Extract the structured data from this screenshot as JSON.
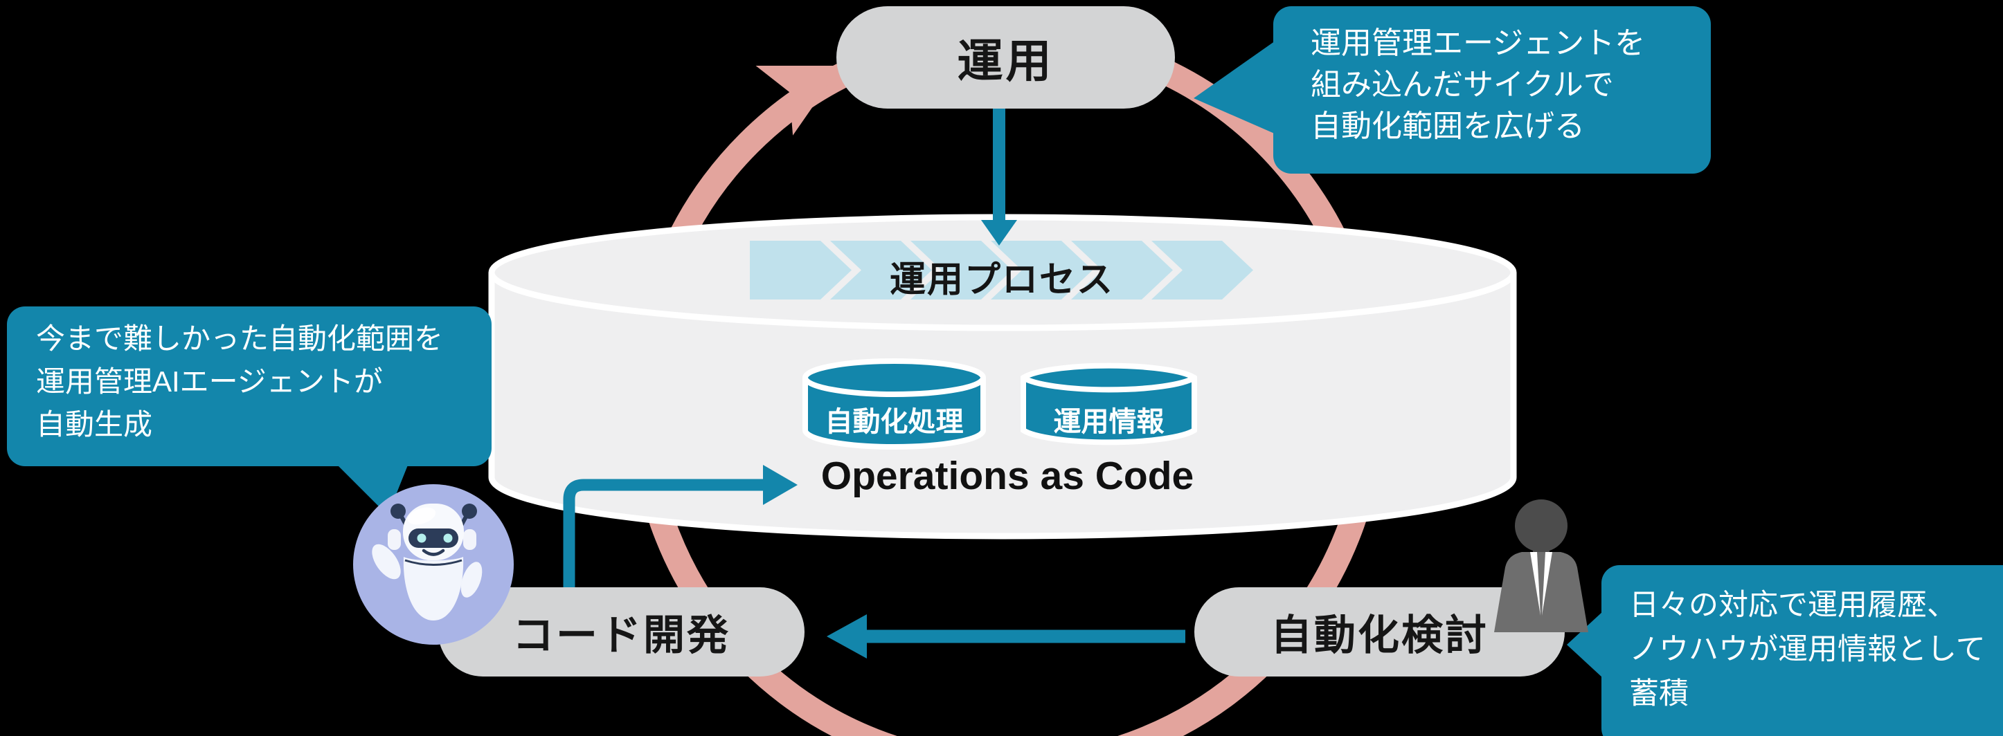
{
  "colors": {
    "background": "#000000",
    "accent_teal": "#1386ab",
    "cycle_pink": "#e3a49d",
    "node_gray": "#d3d4d5",
    "cylinder_gray": "#efeff0",
    "chevron_blue": "#c0e1ec",
    "robot_badge": "#a9b4e6",
    "text_dark": "#161616",
    "text_white": "#ffffff"
  },
  "nodes": {
    "operation": {
      "label": "運用"
    },
    "code_development": {
      "label": "コード開発"
    },
    "automation_review": {
      "label": "自動化検討"
    }
  },
  "platform": {
    "process_band_label": "運用プロセス",
    "datastores": [
      {
        "label": "自動化処理"
      },
      {
        "label": "運用情報"
      }
    ],
    "caption": "Operations as Code"
  },
  "callouts": {
    "top_right": {
      "lines": [
        "運用管理エージェントを",
        "組み込んだサイクルで",
        "自動化範囲を広げる"
      ]
    },
    "left": {
      "lines": [
        "今まで難しかった自動化範囲を",
        "運用管理AIエージェントが",
        "自動生成"
      ]
    },
    "bottom_right": {
      "lines": [
        "日々の対応で運用履歴、",
        "ノウハウが運用情報として",
        "蓄積"
      ]
    }
  },
  "icons": {
    "robot": "ai-robot-icon",
    "person": "operator-person-icon"
  }
}
